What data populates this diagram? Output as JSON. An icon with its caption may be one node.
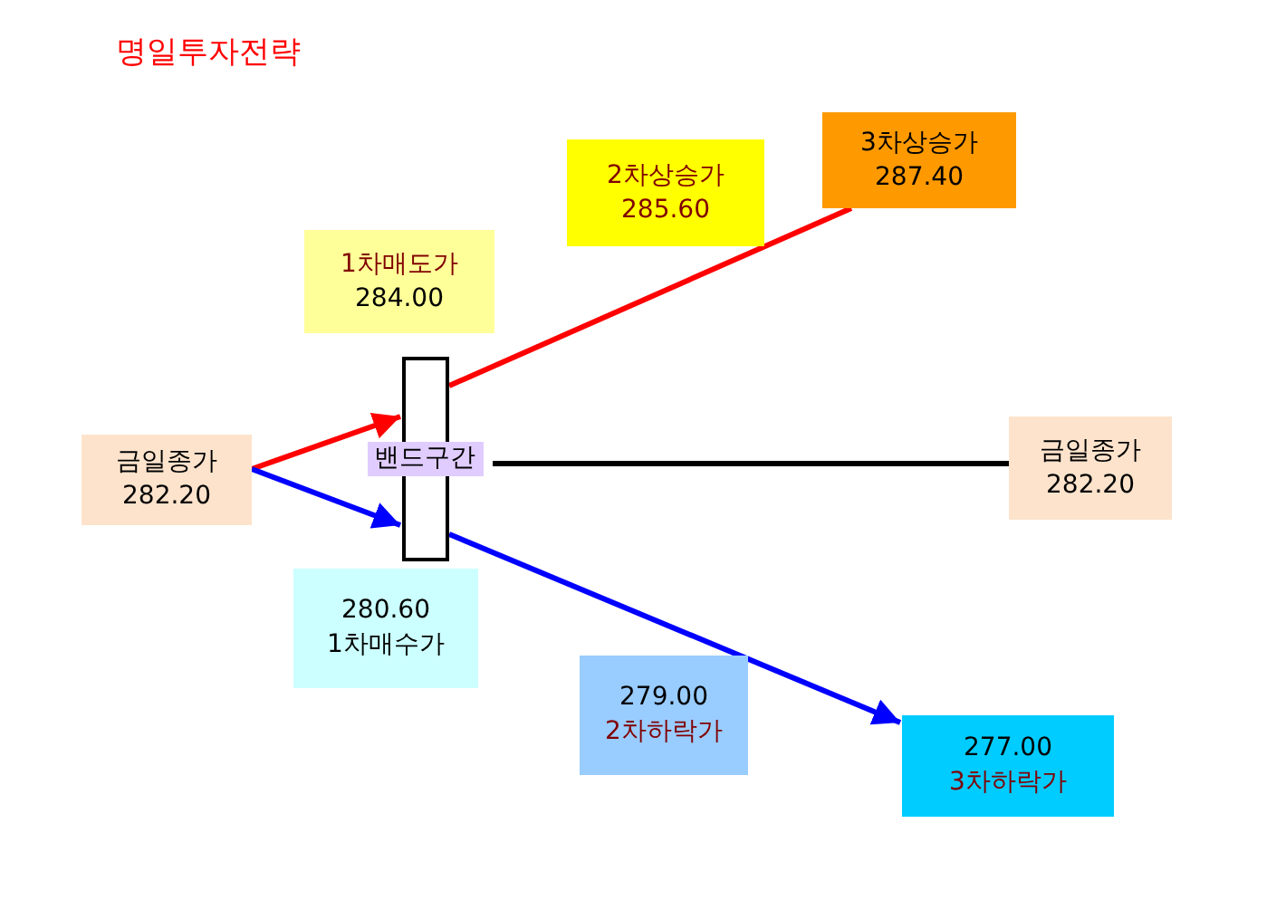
{
  "diagram": {
    "title": "명일투자전략",
    "nodes": [
      {
        "text": [
          "금일종가",
          "282.20"
        ]
      },
      {
        "text": [
          "밴드구간"
        ]
      },
      {
        "text": [
          "1차매도가",
          "284.00"
        ]
      },
      {
        "text": [
          "2차상승가",
          "285.60"
        ]
      },
      {
        "text": [
          "3차상승가",
          "287.40"
        ]
      },
      {
        "text": [
          "금일종가",
          "282.20"
        ]
      },
      {
        "text": [
          "280.60",
          "1차매수가"
        ]
      },
      {
        "text": [
          "279.00",
          "2차하락가"
        ]
      },
      {
        "text": [
          "277.00",
          "3차하락가"
        ]
      }
    ],
    "edges": [
      {
        "from": 0,
        "to": 1,
        "arrow": "to",
        "color": "#ff0000"
      },
      {
        "from": 0,
        "to": 1,
        "arrow": "to",
        "color": "#0000ff"
      },
      {
        "from": 1,
        "to": 4,
        "arrow": "none",
        "color": "#ff0000"
      },
      {
        "from": 1,
        "to": 5,
        "arrow": "none",
        "color": "#000000"
      },
      {
        "from": 1,
        "to": 8,
        "arrow": "to",
        "color": "#0000ff"
      }
    ]
  }
}
